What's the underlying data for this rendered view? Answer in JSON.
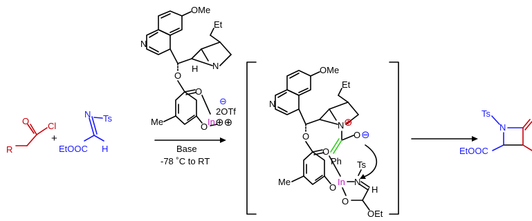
{
  "reactant_acid_chloride": {
    "oxygen": "O",
    "chlorine": "Cl",
    "r_group": "R"
  },
  "plus": "+",
  "reactant_imine": {
    "tosyl": "Ts",
    "nitrogen": "N",
    "ester": "EtOOC",
    "hydrogen": "H"
  },
  "catalyst": {
    "methoxy": "OMe",
    "quinoline_n": "N",
    "quinuclidine_n": "N",
    "ethyl": "Et",
    "stereo_h": "H",
    "ether_o": "O",
    "carbonyl_o": "O",
    "phenoxide_o": "O",
    "indium": "In",
    "methyl": "Me",
    "counterion": "2OTf",
    "anion_charge": "⊖",
    "cation_charges": "⊕⊕"
  },
  "conditions": {
    "reagent": "Base",
    "temperature": "-78 ˚C to RT"
  },
  "intermediate": {
    "methoxy": "OMe",
    "quinoline_n": "N",
    "ammonium_n": "N",
    "ammonium_charge": "⊕",
    "ethyl": "Et",
    "enolate_o": "O",
    "enolate_charge": "⊖",
    "phenyl": "Ph",
    "ether_o": "O",
    "carbonyl_o": "O",
    "phenoxide_o": "O",
    "indium": "In",
    "methyl": "Me",
    "tosyl": "Ts",
    "imine_n": "N",
    "imine_h": "H",
    "ester_o": "O",
    "ester_oet": "OEt"
  },
  "product": {
    "tosyl": "Ts",
    "nitrogen": "N",
    "ester": "EtOOC"
  },
  "colors": {
    "acid_chloride": "#c8000a",
    "imine": "#1a1aff",
    "indium": "#c21ec2",
    "enolate_bond": "#2ecc1a",
    "ammonium": "#c8000a"
  }
}
